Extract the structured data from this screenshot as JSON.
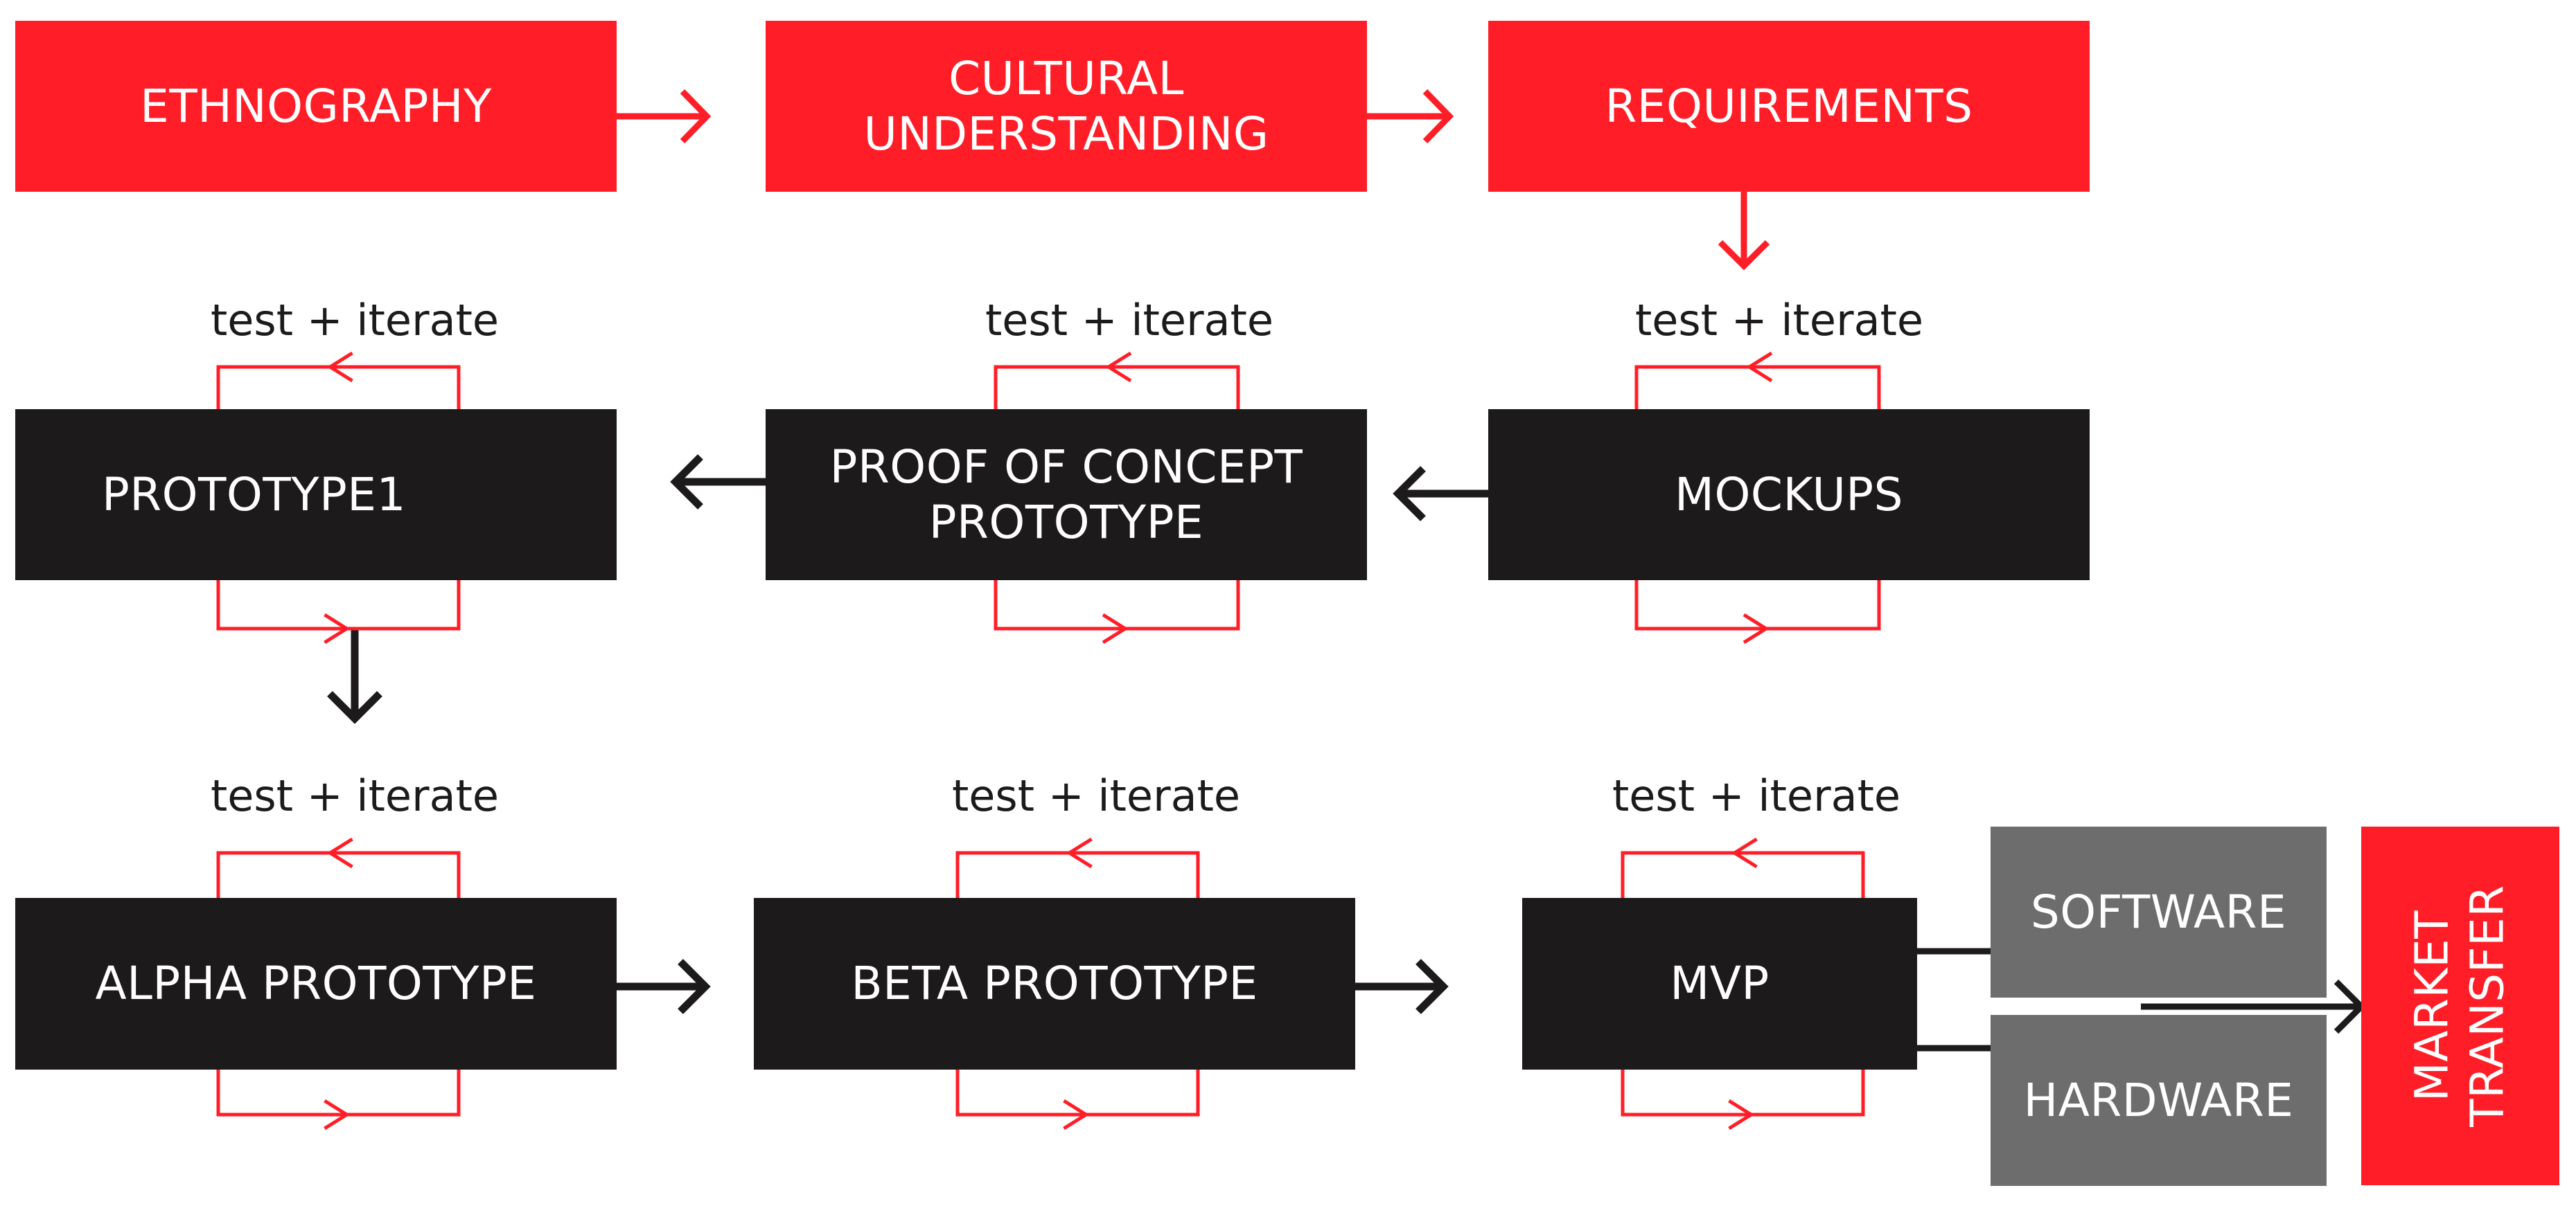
{
  "colors": {
    "accent_red": "#ff1e27",
    "box_black": "#1c1a1a",
    "box_gray": "#6d6d6d",
    "text_dark": "#1c1a1a"
  },
  "boxes": {
    "ethnography": "ETHNOGRAPHY",
    "cultural_understanding": "CULTURAL\nUNDERSTANDING",
    "requirements": "REQUIREMENTS",
    "prototype1": "PROTOTYPE1",
    "proof_of_concept": "PROOF OF CONCEPT\nPROTOTYPE",
    "mockups": "MOCKUPS",
    "alpha_prototype": "ALPHA PROTOTYPE",
    "beta_prototype": "BETA PROTOTYPE",
    "mvp": "MVP",
    "software": "SOFTWARE",
    "hardware": "HARDWARE",
    "market_transfer": "MARKET\nTRANSFER"
  },
  "loop_labels": {
    "prototype1": "test + iterate",
    "proof_of_concept": "test + iterate",
    "mockups": "test + iterate",
    "alpha_prototype": "test + iterate",
    "beta_prototype": "test + iterate",
    "mvp": "test + iterate"
  }
}
